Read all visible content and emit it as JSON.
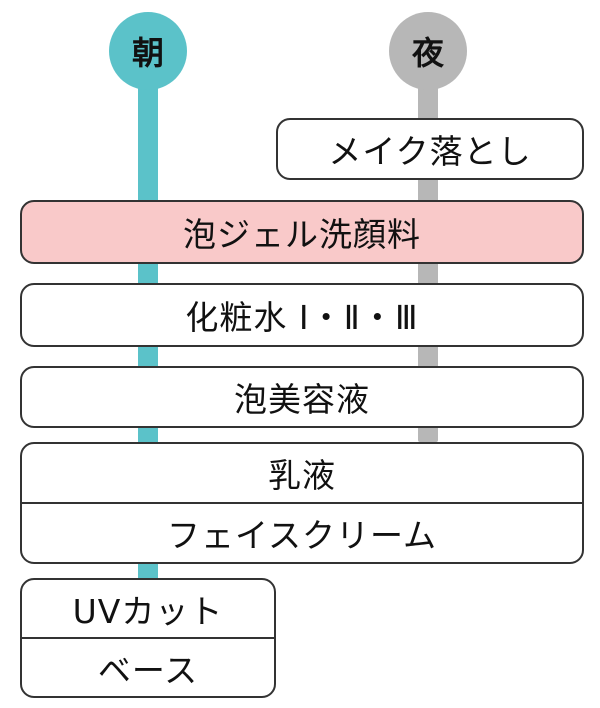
{
  "timelines": {
    "morning": {
      "label": "朝",
      "color": "#5bc2c9"
    },
    "night": {
      "label": "夜",
      "color": "#b7b7b7"
    }
  },
  "steps": {
    "makeup_remover": "メイク落とし",
    "foam_gel_cleanser": "泡ジェル洗顔料",
    "lotion": "化粧水 Ⅰ・Ⅱ・Ⅲ",
    "foam_serum": "泡美容液",
    "emulsion": "乳液",
    "face_cream": "フェイスクリーム",
    "uv_cut": "UVカット",
    "base": "ベース"
  },
  "colors": {
    "highlight": "#f9c9c9",
    "border": "#333333"
  }
}
